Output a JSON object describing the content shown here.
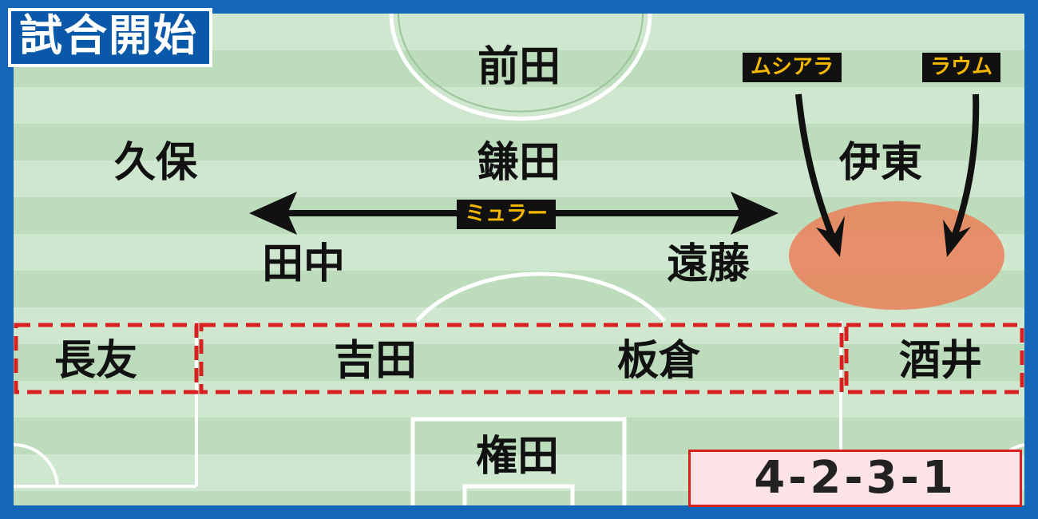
{
  "title": "試合開始",
  "players": {
    "fw": "前田",
    "lw": "久保",
    "cam": "鎌田",
    "rw": "伊東",
    "cm_left": "田中",
    "cm_right": "遠藤",
    "lb": "長友",
    "cb_left": "吉田",
    "cb_right": "板倉",
    "rb": "酒井",
    "gk": "権田"
  },
  "labels": {
    "opponent_1": "ムシアラ",
    "opponent_2": "ラウム",
    "midfield_opponent": "ミュラー"
  },
  "formation": "4-2-3-1",
  "colors": {
    "frame": "#1466b8",
    "title_bg": "#0a58a9",
    "defense_dashes": "#d82020",
    "danger_zone": "#e8855e",
    "label_text": "#f5b800"
  }
}
